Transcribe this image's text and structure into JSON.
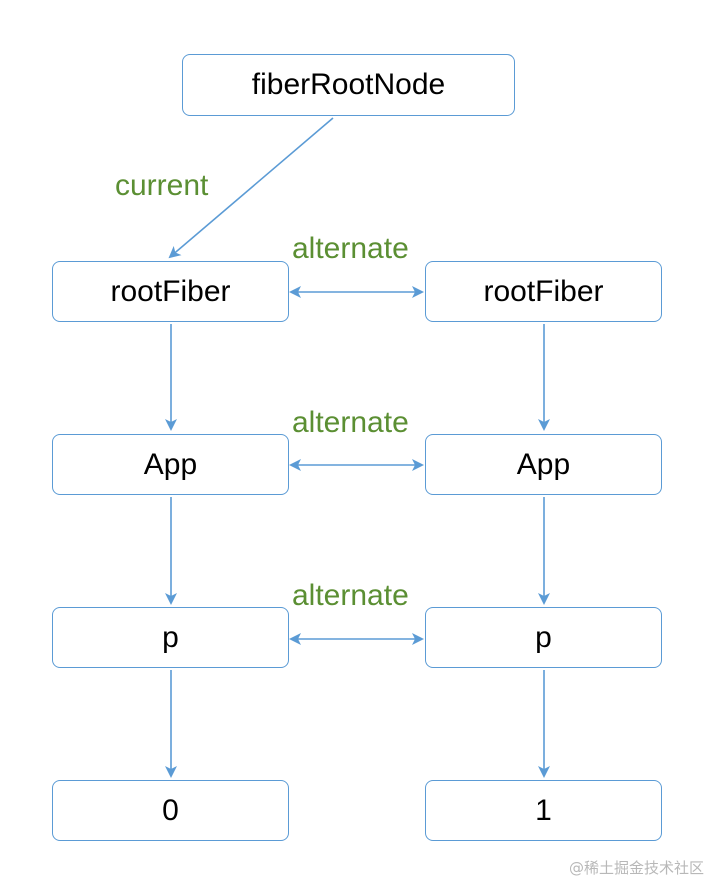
{
  "nodes": {
    "fiber_root_node": "fiberRootNode",
    "current_tree": {
      "root_fiber": "rootFiber",
      "app": "App",
      "p": "p",
      "text": "0"
    },
    "work_in_progress_tree": {
      "root_fiber": "rootFiber",
      "app": "App",
      "p": "p",
      "text": "1"
    }
  },
  "edge_labels": {
    "current": "current",
    "alternate_1": "alternate",
    "alternate_2": "alternate",
    "alternate_3": "alternate"
  },
  "watermark": "@稀土掘金技术社区",
  "colors": {
    "node_border": "#5b9bd5",
    "arrow": "#5b9bd5",
    "label": "#5b8f33",
    "text": "#000000",
    "watermark": "#b8b8b8"
  }
}
